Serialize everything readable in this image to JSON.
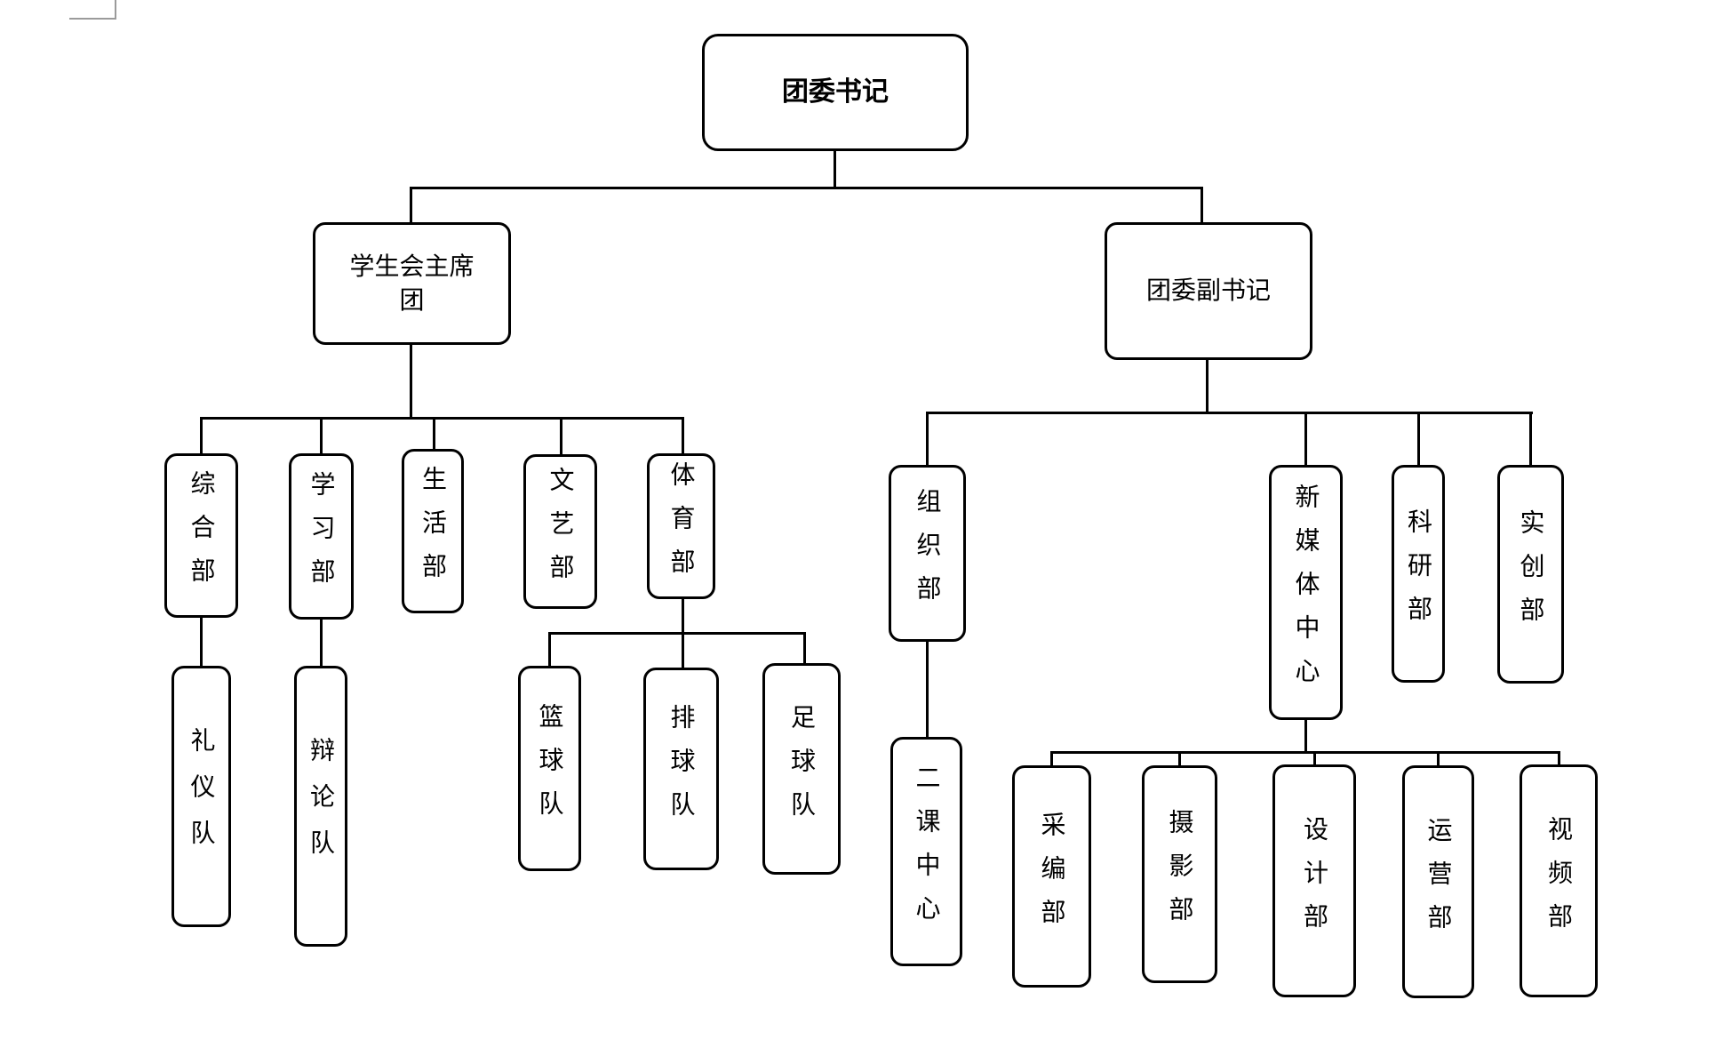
{
  "colors": {
    "line": "#000000",
    "node_border": "#000000",
    "node_fill": "#ffffff",
    "canvas_background": "#ffffff",
    "page_corner": "#9b9b9b"
  },
  "org": {
    "root": {
      "label": "团委书记"
    },
    "branches": [
      {
        "label": "学生会主席团",
        "children": [
          {
            "label": "综合部",
            "children": [
              {
                "label": "礼仪队",
                "children": []
              }
            ]
          },
          {
            "label": "学习部",
            "children": [
              {
                "label": "辩论队",
                "children": []
              }
            ]
          },
          {
            "label": "生活部",
            "children": []
          },
          {
            "label": "文艺部",
            "children": []
          },
          {
            "label": "体育部",
            "children": [
              {
                "label": "篮球队",
                "children": []
              },
              {
                "label": "排球队",
                "children": []
              },
              {
                "label": "足球队",
                "children": []
              }
            ]
          }
        ]
      },
      {
        "label": "团委副书记",
        "children": [
          {
            "label": "组织部",
            "children": [
              {
                "label": "二课中心",
                "children": []
              }
            ]
          },
          {
            "label": "新媒体中心",
            "children": [
              {
                "label": "采编部",
                "children": []
              },
              {
                "label": "摄影部",
                "children": []
              },
              {
                "label": "设计部",
                "children": []
              },
              {
                "label": "运营部",
                "children": []
              },
              {
                "label": "视频部",
                "children": []
              }
            ]
          },
          {
            "label": "科研部",
            "children": []
          },
          {
            "label": "实创部",
            "children": []
          }
        ]
      }
    ]
  }
}
